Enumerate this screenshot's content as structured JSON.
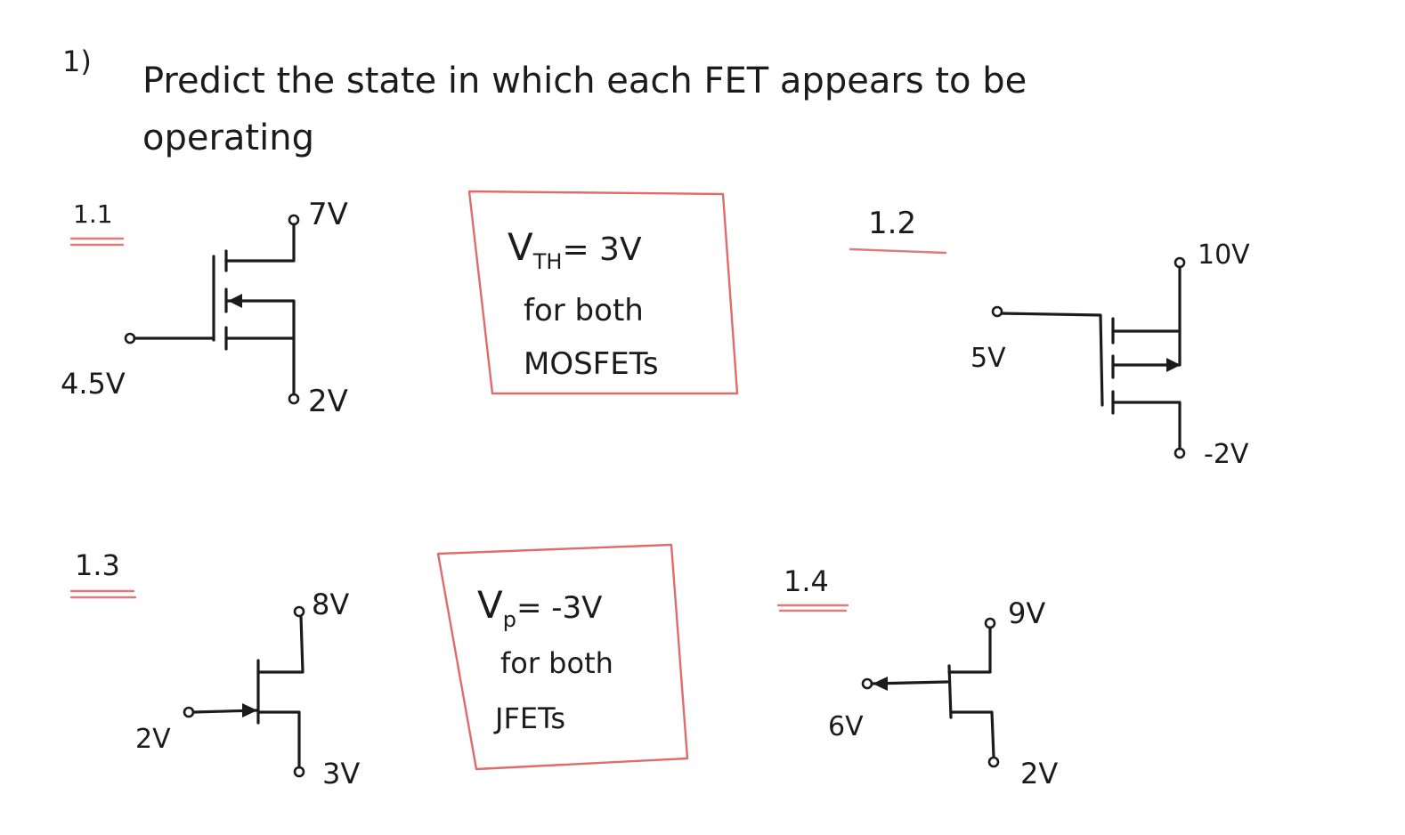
{
  "problem": {
    "number": "1)",
    "line1": "Predict the state in which each FET appears to be",
    "line2": "operating"
  },
  "parts": [
    {
      "label": "1.1",
      "drain_voltage": "7V",
      "gate_voltage": "4.5V",
      "source_voltage": "2V"
    },
    {
      "label": "1.2",
      "source_voltage": "10V",
      "gate_voltage": "5V",
      "drain_voltage": "-2V"
    },
    {
      "label": "1.3",
      "drain_voltage": "8V",
      "gate_voltage": "2V",
      "source_voltage": "3V"
    },
    {
      "label": "1.4",
      "drain_voltage": "9V",
      "gate_voltage": "6V",
      "source_voltage": "2V"
    }
  ],
  "notes": {
    "mosfet": {
      "line1": "V",
      "line1_sub": "TH",
      "line1_rest": "= 3V",
      "line2": "for both",
      "line3": "MOSFETs"
    },
    "jfet": {
      "line1": "V",
      "line1_sub": "p",
      "line1_rest": "= -3V",
      "line2": "for both",
      "line3": "JFETs"
    }
  },
  "colors": {
    "ink": "#1b1b1b",
    "accent_red": "#e07a7a"
  }
}
